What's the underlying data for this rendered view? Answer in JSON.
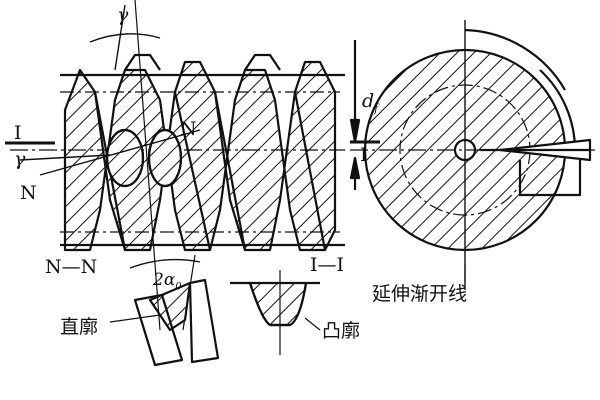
{
  "labels": {
    "gamma_top": "γ",
    "section_I_left": "I",
    "gamma_left": "γ",
    "N_left": "N",
    "N_mid": "N",
    "d_f": "d",
    "d_f_sub": "f",
    "section_I_right": "I",
    "section_NN": "N—N",
    "angle_2alpha": "2α",
    "angle_2alpha_sub": "0",
    "straight_profile": "直廓",
    "section_II": "I—I",
    "convex_profile": "凸廓",
    "extended_involute": "延伸渐开线"
  }
}
